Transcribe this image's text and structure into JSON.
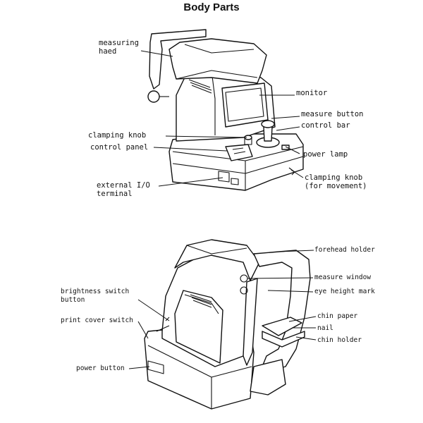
{
  "title": "Body Parts",
  "top_view": {
    "labels": [
      "measuring\nhaed",
      "monitor",
      "measure button",
      "control bar",
      "clamping knob",
      "control panel",
      "power lamp",
      "external I/O\nterminal",
      "clamping knob\n(for movement)"
    ]
  },
  "bottom_view": {
    "labels": [
      "forehead holder",
      "measure window",
      "eye height mark",
      "brightness switch\nbutton",
      "print cover switch",
      "chin paper",
      "nail",
      "chin holder",
      "power button"
    ]
  }
}
